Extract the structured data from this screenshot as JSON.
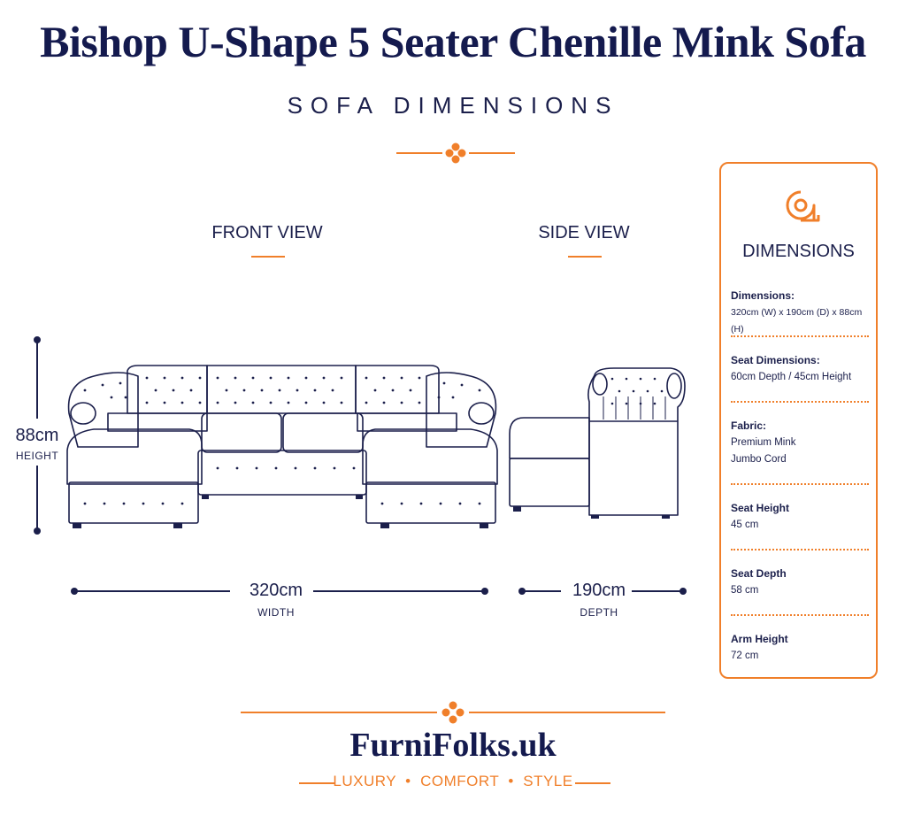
{
  "header": {
    "title": "Bishop U-Shape 5 Seater Chenille Mink Sofa",
    "subtitle": "SOFA DIMENSIONS"
  },
  "views": {
    "front_label": "FRONT VIEW",
    "side_label": "SIDE VIEW"
  },
  "measurements": {
    "height_value": "88cm",
    "height_caption": "HEIGHT",
    "width_value": "320cm",
    "width_caption": "WIDTH",
    "depth_value": "190cm",
    "depth_caption": "DEPTH"
  },
  "panel": {
    "heading": "DIMENSIONS",
    "icon": "tape-measure-icon",
    "specs": [
      {
        "label": "Dimensions:",
        "value": "320cm (W) x 190cm (D) x 88cm (H)"
      },
      {
        "label": "Seat Dimensions:",
        "value": "60cm Depth / 45cm Height"
      },
      {
        "label": "Fabric:",
        "value": "Premium Mink",
        "value2": "Jumbo Cord"
      },
      {
        "label": "Seat Height",
        "value": "45 cm"
      },
      {
        "label": "Seat Depth",
        "value": "58 cm"
      },
      {
        "label": "Arm Height",
        "value": "72 cm"
      }
    ]
  },
  "footer": {
    "brand": "FurniFolks.uk",
    "tagline": "LUXURY  •  COMFORT  •  STYLE"
  },
  "colors": {
    "navy": "#1b1f4b",
    "accent": "#f07f2a",
    "background": "#ffffff"
  }
}
